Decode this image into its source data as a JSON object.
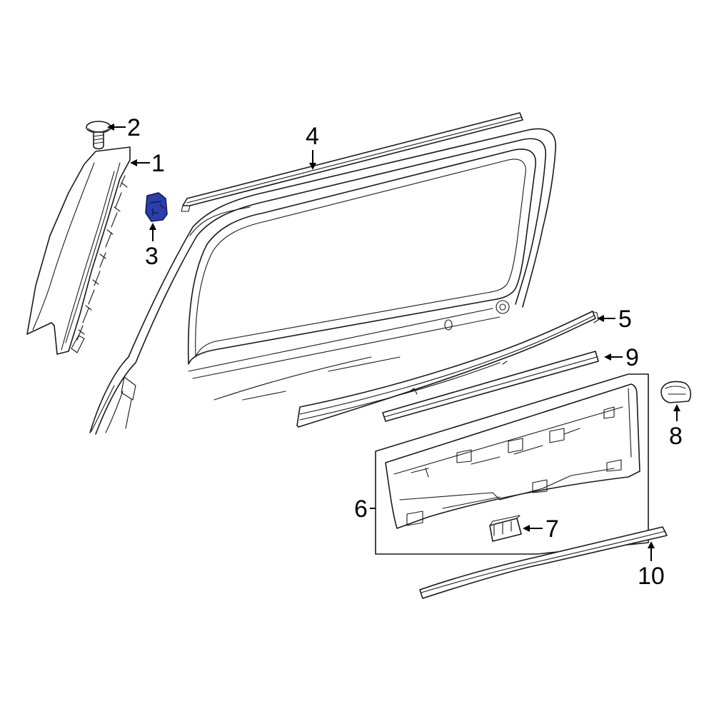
{
  "callouts": [
    {
      "id": "1",
      "label": "1"
    },
    {
      "id": "2",
      "label": "2"
    },
    {
      "id": "3",
      "label": "3"
    },
    {
      "id": "4",
      "label": "4"
    },
    {
      "id": "5",
      "label": "5"
    },
    {
      "id": "6",
      "label": "6"
    },
    {
      "id": "7",
      "label": "7"
    },
    {
      "id": "8",
      "label": "8"
    },
    {
      "id": "9",
      "label": "9"
    },
    {
      "id": "10",
      "label": "10"
    }
  ],
  "highlight_color": "#2a3fa8",
  "highlighted_part": "3"
}
